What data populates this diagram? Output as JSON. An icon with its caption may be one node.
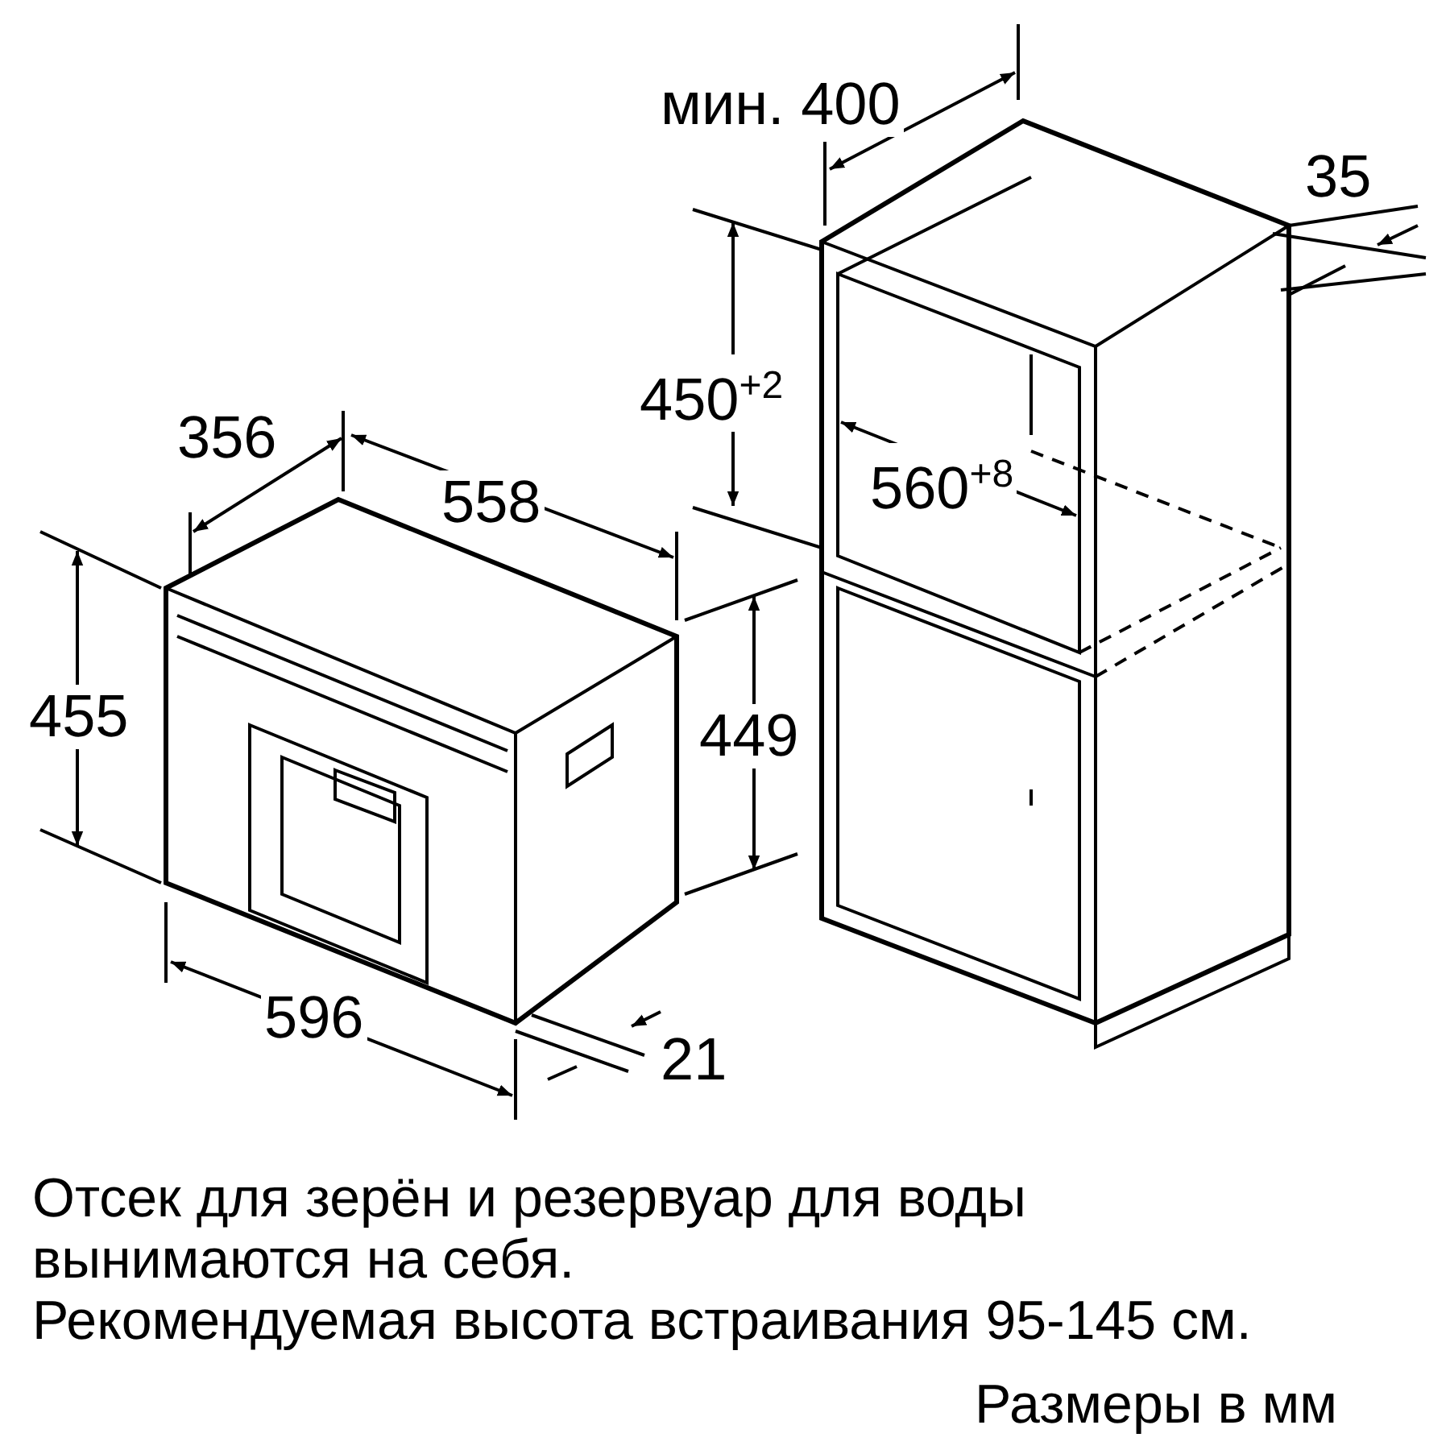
{
  "diagram": {
    "labels": [
      "мин. 400",
      "35",
      "450$^{+2}$",
      "356",
      "560$^{+8}$",
      "558",
      "455",
      "449",
      "596",
      "21",
      "Отсек для зерён и резервуар для воды вынимаются на себя.",
      "Рекомендуемая высота встраивания 95-145 см.",
      "Размеры в мм"
    ]
  }
}
